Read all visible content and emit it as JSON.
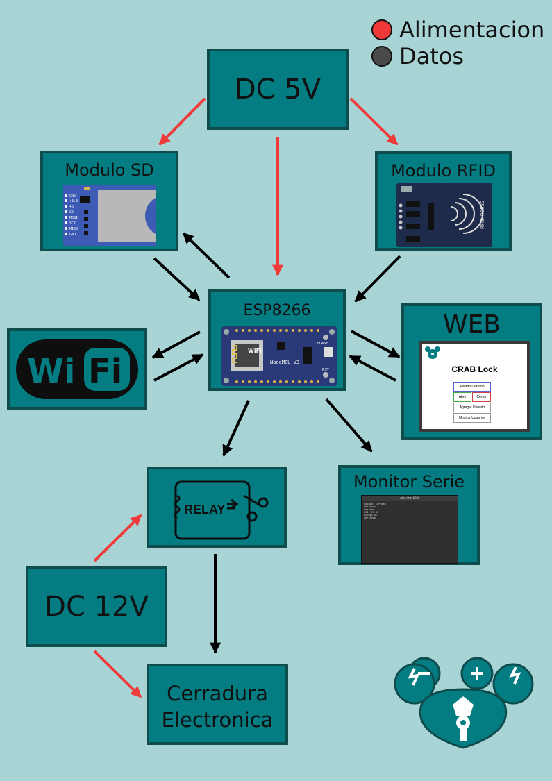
{
  "legend": [
    {
      "label": "Alimentacion",
      "color": "#f03a3a"
    },
    {
      "label": "Datos",
      "color": "#4a4a4a"
    }
  ],
  "nodes": {
    "dc5v": "DC 5V",
    "sd": "Modulo SD",
    "rfid": "Modulo RFID",
    "esp": "ESP8266",
    "wifi": "WiFi",
    "web": "WEB",
    "relay": "RELAY",
    "monitor": "Monitor Serie",
    "dc12v": "DC 12V",
    "lock_line1": "Cerradura",
    "lock_line2": "Electronica"
  },
  "web_ui": {
    "title": "CRAB Lock",
    "buttons": [
      "Estado Cerrado",
      "Abrir",
      "Cerrar",
      "Agregar Usuario",
      "Mostrar Usuarios"
    ]
  },
  "sd_pins": [
    "GND",
    "+3.3",
    "+5",
    "CS",
    "MOSI",
    "SCK",
    "MISO",
    "GND"
  ],
  "rfid_label": "RFID-RC522",
  "esp_labels": {
    "board": "NodeMCU V3",
    "wifi": "WiFi",
    "flash": "FLASH",
    "rst": "RST"
  },
  "monitor_window": {
    "title": "/dev/ttyUSB0",
    "lines": [
      "Estado: Cerrado",
      "Abriendo...",
      "Cerrado",
      "UID: 7A 3F",
      "Acceso OK",
      "Cerrando"
    ]
  },
  "colors": {
    "power": "#f03a3a",
    "data": "#000000",
    "box": "#037c82",
    "border": "#0e4c4e",
    "background": "#a9d4d6"
  }
}
